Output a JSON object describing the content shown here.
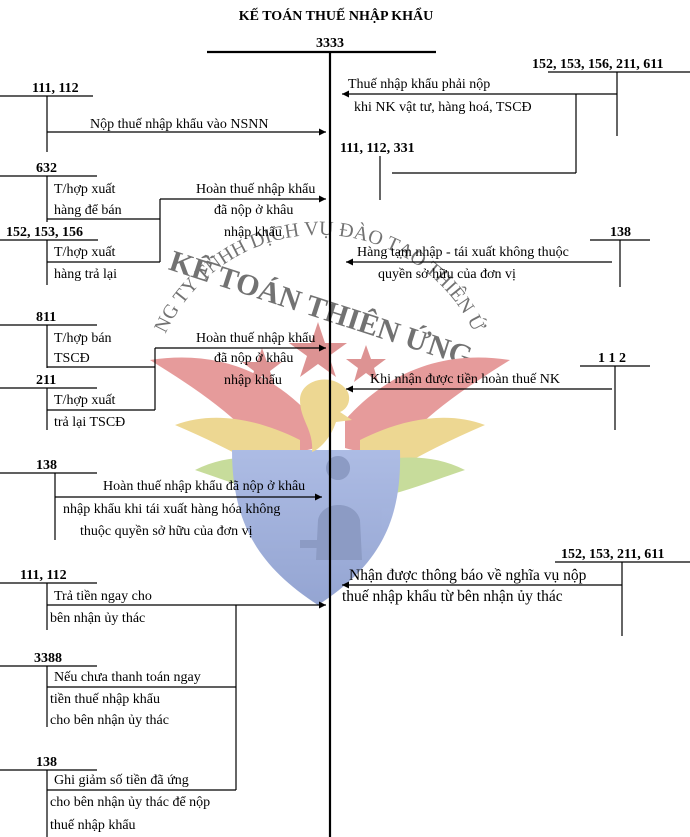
{
  "title": "KẾ TOÁN THUẾ NHẬP KHẨU",
  "center_account": "3333",
  "accounts": {
    "a_111_112": "111, 112",
    "a_632": "632",
    "a_152_153_156": "152, 153, 156",
    "a_811": "811",
    "a_211": "211",
    "a_138_left": "138",
    "a_111_112_lower": "111, 112",
    "a_3388": "3388",
    "a_138_bottom": "138",
    "r_152_153_156_211_611": "152, 153, 156, 211, 611",
    "r_111_112_331": "111, 112, 331",
    "r_138": "138",
    "r_112": "1 1 2",
    "r_152_153_211_611": "152, 153, 211, 611"
  },
  "labels": {
    "nop_thue": "Nộp thuế nhập khẩu vào NSNN",
    "thop_xuat_1": "T/hợp xuất",
    "hang_de_ban": "hàng để bán",
    "thop_xuat_2": "T/hợp xuất",
    "hang_tra_lai": "hàng trả lại",
    "hoan_thue_1_l1": "Hoàn thuế nhập khẩu",
    "hoan_thue_1_l2": "đã nộp ở khâu",
    "hoan_thue_1_l3": "nhập khẩu",
    "thop_ban": "T/hợp bán",
    "tscd": "TSCĐ",
    "thop_xuat_3": "T/hợp xuất",
    "tra_lai_tscd": "trả lại TSCĐ",
    "hoan_thue_2_l1": "Hoàn thuế nhập khẩu",
    "hoan_thue_2_l2": "đã nộp ở khâu",
    "hoan_thue_2_l3": "nhập khẩu",
    "hoan_thue_3_l1": "Hoàn thuế nhập khẩu đã nộp ở khâu",
    "hoan_thue_3_l2": "nhập khẩu khi tái xuất hàng hóa không",
    "hoan_thue_3_l3": "thuộc quyền sở hữu của đơn vị",
    "tra_tien_l1": "Trả tiền ngay cho",
    "tra_tien_l2": "bên nhận ủy thác",
    "neu_chua_l1": "Nếu chưa thanh toán ngay",
    "neu_chua_l2": "tiền thuế nhập khẩu",
    "neu_chua_l3": "cho bên nhận ủy thác",
    "ghi_giam_l1": "Ghi giảm số tiền đã ứng",
    "ghi_giam_l2": "cho bên nhận ủy thác để nộp",
    "ghi_giam_l3": "thuế nhập khẩu",
    "phai_nop_l1": "Thuế nhập khẩu phải nộp",
    "phai_nop_l2": "khi NK vật tư, hàng hoá, TSCĐ",
    "tam_nhap_l1": "Hàng tạm nhập - tái xuất không thuộc",
    "tam_nhap_l2": "quyền sở hữu của đơn vị",
    "nhan_tien": "Khi nhận được tiền hoàn thuế NK",
    "thong_bao_l1": "Nhận được thông báo về nghĩa vụ nộp",
    "thong_bao_l2": "thuế nhập khẩu từ bên nhận ủy thác"
  },
  "watermark": {
    "arc_text": "CÔNG TY TNHH DỊCH VỤ ĐÀO TẠO THIÊN ỨNG",
    "name": "KẾ TOÁN THIÊN ỨNG",
    "colors": {
      "blue": "#4a67b8",
      "red": "#c33b3b",
      "green": "#9bc04a",
      "gold": "#e0b83a"
    }
  }
}
